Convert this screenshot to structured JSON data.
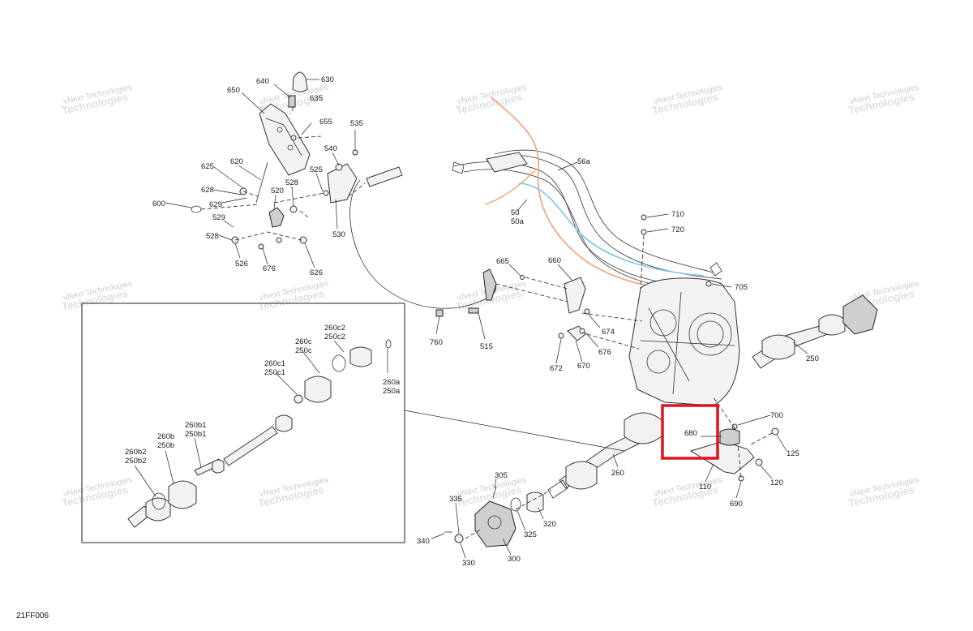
{
  "diagram": {
    "code": "21FF006",
    "watermark": {
      "line1": "vNext Technologies",
      "line2": "Technologies"
    },
    "highlight_color": "#e0141a",
    "hose_colors": {
      "orange": "#f4a070",
      "blue": "#7cc8e8"
    },
    "callouts": [
      {
        "text": "630"
      },
      {
        "text": "640"
      },
      {
        "text": "635"
      },
      {
        "text": "650"
      },
      {
        "text": "655"
      },
      {
        "text": "535"
      },
      {
        "text": "540"
      },
      {
        "text": "625"
      },
      {
        "text": "620"
      },
      {
        "text": "525"
      },
      {
        "text": "528"
      },
      {
        "text": "628"
      },
      {
        "text": "520"
      },
      {
        "text": "629"
      },
      {
        "text": "600"
      },
      {
        "text": "529"
      },
      {
        "text": "528"
      },
      {
        "text": "530"
      },
      {
        "text": "526"
      },
      {
        "text": "676"
      },
      {
        "text": "626"
      },
      {
        "text": "56a"
      },
      {
        "text": "50"
      },
      {
        "text": "50a"
      },
      {
        "text": "710"
      },
      {
        "text": "720"
      },
      {
        "text": "665"
      },
      {
        "text": "660"
      },
      {
        "text": "705"
      },
      {
        "text": "760"
      },
      {
        "text": "515"
      },
      {
        "text": "674"
      },
      {
        "text": "676"
      },
      {
        "text": "672"
      },
      {
        "text": "670"
      },
      {
        "text": "250"
      },
      {
        "text": "700"
      },
      {
        "text": "680"
      },
      {
        "text": "125"
      },
      {
        "text": "260"
      },
      {
        "text": "110"
      },
      {
        "text": "120"
      },
      {
        "text": "690"
      },
      {
        "text": "305"
      },
      {
        "text": "335"
      },
      {
        "text": "320"
      },
      {
        "text": "325"
      },
      {
        "text": "340"
      },
      {
        "text": "330"
      },
      {
        "text": "300"
      }
    ],
    "inset_callouts": [
      {
        "text": "260c2"
      },
      {
        "text": "250c2"
      },
      {
        "text": "260c"
      },
      {
        "text": "250c"
      },
      {
        "text": "260c1"
      },
      {
        "text": "250c1"
      },
      {
        "text": "260a"
      },
      {
        "text": "250a"
      },
      {
        "text": "260b1"
      },
      {
        "text": "250b1"
      },
      {
        "text": "260b"
      },
      {
        "text": "250b"
      },
      {
        "text": "260b2"
      },
      {
        "text": "250b2"
      }
    ]
  }
}
